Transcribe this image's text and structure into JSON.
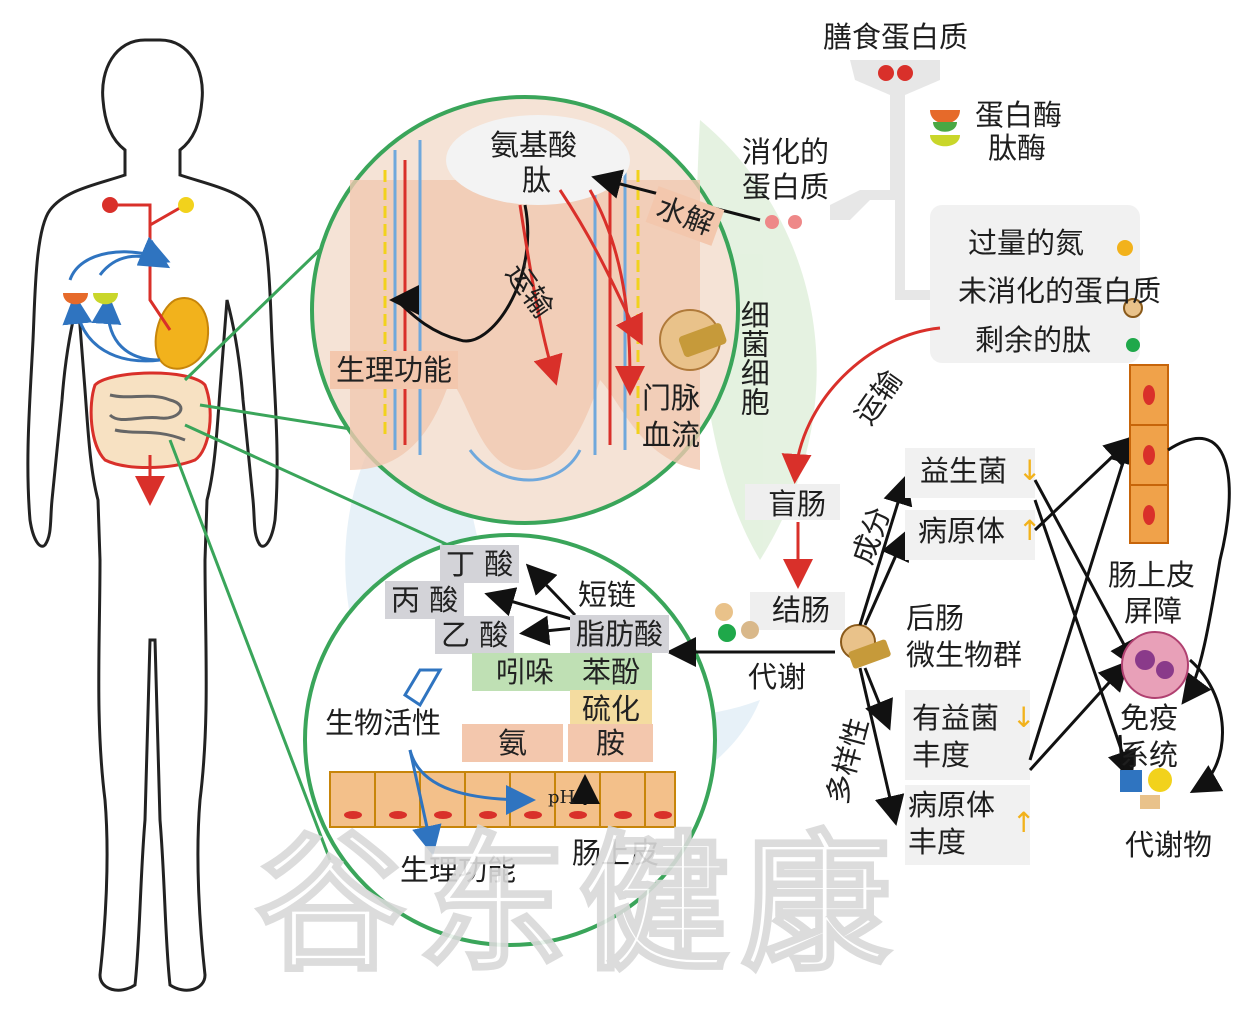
{
  "colors": {
    "circle_border": "#3aa55a",
    "red_arrow": "#d9302a",
    "blue_arrow": "#2f74c0",
    "black_arrow": "#111111",
    "peach": "#f3c7ad",
    "grey_tag": "#d3d3d8",
    "green_tag": "#bfe0b4",
    "yellow_tag": "#f4dca0",
    "up_arrow": "#f2b21c",
    "watermark_green": "#cfe8c8",
    "watermark_blue": "#d4e6f3"
  },
  "watermark": "谷东健康",
  "top": {
    "dietary_protein": "膳食蛋白质",
    "protease": "蛋白酶",
    "peptidase": "肽酶",
    "digested_protein_1": "消化的",
    "digested_protein_2": "蛋白质",
    "hydrolysis": "水解"
  },
  "excess_box": {
    "excess_nitrogen": "过量的氮",
    "undigested_protein": "未消化的蛋白质",
    "residual_peptide": "剩余的肽"
  },
  "transport_right": "运输",
  "small_intestine_circle": {
    "amino_acid": "氨基酸",
    "peptide": "肽",
    "transport": "运输",
    "physio_function": "生理功能",
    "bacteria_cell": "细菌细胞",
    "portal_vein_1": "门脉",
    "portal_vein_2": "血流"
  },
  "pathway": {
    "cecum": "盲肠",
    "colon": "结肠",
    "metabolism": "代谢",
    "composition": "成分",
    "diversity": "多样性",
    "hindgut_1": "后肠",
    "hindgut_2": "微生物群",
    "probiotics": "益生菌",
    "pathogens": "病原体",
    "beneficial_1": "有益菌",
    "beneficial_2": "丰度",
    "pathogen_abund_1": "病原体",
    "pathogen_abund_2": "丰度",
    "barrier_1": "肠上皮",
    "barrier_2": "屏障",
    "immune_1": "免疫",
    "immune_2": "系统",
    "metabolites": "代谢物",
    "down_arrow": "↓",
    "up_arrow": "↑"
  },
  "large_intestine_circle": {
    "butyric": "丁 酸",
    "propionic": "丙 酸",
    "acetic": "乙 酸",
    "scfa_1": "短链",
    "scfa_2": "脂肪酸",
    "indole": "吲哚",
    "phenol": "苯酚",
    "sulfide": "硫化",
    "ammonia": "氨",
    "amine": "胺",
    "bioactivity": "生物活性",
    "ph": "pH",
    "epithelium": "肠上皮",
    "physio_function": "生理功能"
  }
}
